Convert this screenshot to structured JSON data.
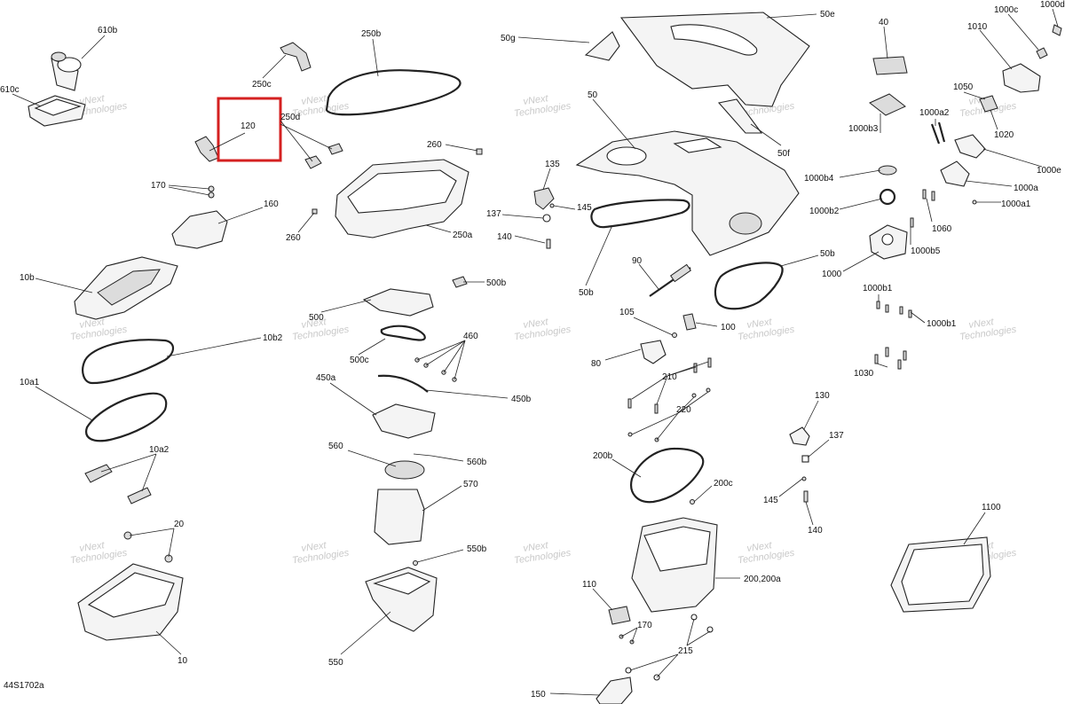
{
  "diagram": {
    "reference": "44S1702a",
    "highlight_color": "#d42020",
    "watermark_lines": [
      "vNext",
      "Technologies"
    ],
    "labels": [
      "610b",
      "610c",
      "250b",
      "250c",
      "250d",
      "120",
      "170",
      "160",
      "260",
      "260",
      "250a",
      "10b",
      "10b2",
      "10a1",
      "10a2",
      "20",
      "10",
      "500b",
      "500",
      "500c",
      "460",
      "450a",
      "450b",
      "560",
      "560b",
      "570",
      "550b",
      "550",
      "50g",
      "50e",
      "50",
      "50f",
      "135",
      "137",
      "145",
      "140",
      "50b",
      "90",
      "50b",
      "105",
      "100",
      "80",
      "210",
      "220",
      "200b",
      "200c",
      "200,200a",
      "110",
      "170",
      "215",
      "150",
      "40",
      "1000c",
      "1000d",
      "1010",
      "1050",
      "1020",
      "1000a2",
      "1000b3",
      "1000e",
      "1000b4",
      "1000a",
      "1000a1",
      "1000b2",
      "1060",
      "1000b5",
      "1000",
      "1000b1",
      "1000b1",
      "1030",
      "130",
      "137",
      "145",
      "140",
      "1100"
    ]
  }
}
